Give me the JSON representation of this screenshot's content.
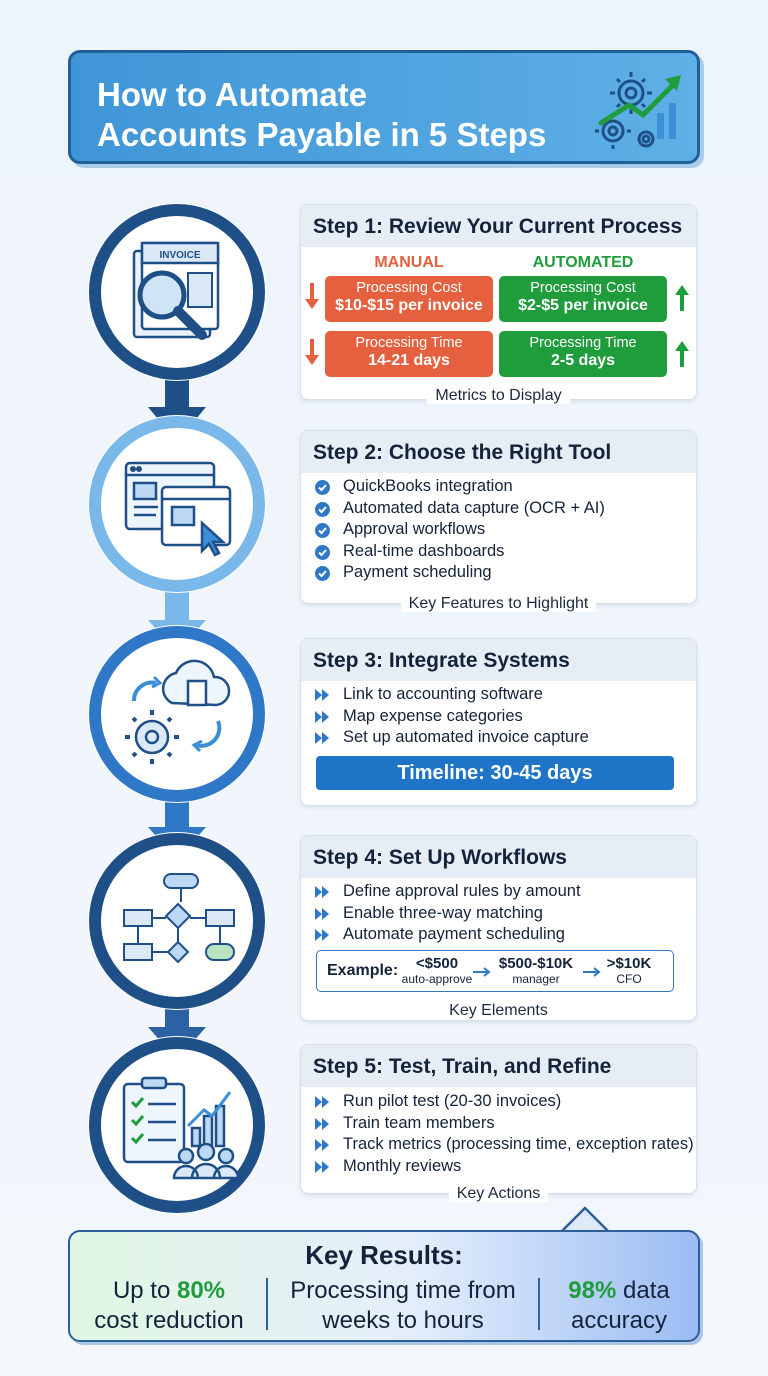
{
  "title": {
    "line1": "How to Automate",
    "line2": "Accounts Payable in 5 Steps"
  },
  "step1": {
    "title": "Step 1: Review Your Current Process",
    "manual_label": "MANUAL",
    "automated_label": "AUTOMATED",
    "manual_cost_label": "Processing Cost",
    "manual_cost_value": "$10-$15 per invoice",
    "manual_time_label": "Processing Time",
    "manual_time_value": "14-21 days",
    "auto_cost_label": "Processing Cost",
    "auto_cost_value": "$2-$5 per invoice",
    "auto_time_label": "Processing Time",
    "auto_time_value": "2-5 days",
    "caption": "Metrics to Display",
    "icon_text": "INVOICE"
  },
  "step2": {
    "title": "Step 2: Choose the Right Tool",
    "items": [
      "QuickBooks integration",
      "Automated data capture (OCR + AI)",
      "Approval workflows",
      "Real-time dashboards",
      "Payment scheduling"
    ],
    "caption": "Key Features to Highlight"
  },
  "step3": {
    "title": "Step 3: Integrate Systems",
    "items": [
      "Link to accounting software",
      "Map expense categories",
      "Set up automated invoice capture"
    ],
    "timeline": "Timeline: 30-45 days"
  },
  "step4": {
    "title": "Step 4: Set Up Workflows",
    "items": [
      "Define approval rules by amount",
      "Enable three-way matching",
      "Automate payment scheduling"
    ],
    "example_label": "Example:",
    "tiers": [
      {
        "amount": "<$500",
        "who": "auto-approve"
      },
      {
        "amount": "$500-$10K",
        "who": "manager"
      },
      {
        "amount": ">$10K",
        "who": "CFO"
      }
    ],
    "caption": "Key Elements"
  },
  "step5": {
    "title": "Step 5: Test, Train, and Refine",
    "items": [
      "Run pilot test (20-30 invoices)",
      "Train team members",
      "Track metrics (processing time, exception rates)",
      "Monthly reviews"
    ],
    "caption": "Key Actions"
  },
  "results": {
    "title": "Key Results:",
    "r1_pre": "Up to ",
    "r1_hi": "80%",
    "r1_line2": "cost reduction",
    "r2_line1": "Processing time from",
    "r2_line2": "weeks to hours",
    "r3_hi": "98%",
    "r3_post": " data",
    "r3_line2": "accuracy"
  },
  "colors": {
    "red": "#e4603e",
    "green": "#1f9c3c",
    "navy": "#1e4f86",
    "blue": "#2f78c8",
    "light_blue": "#7ab8ea"
  },
  "icons": [
    "invoice-magnifier-icon",
    "browser-windows-cursor-icon",
    "cloud-gear-sync-icon",
    "flowchart-icon",
    "checklist-chart-team-icon",
    "gears-growth-arrow-icon"
  ]
}
